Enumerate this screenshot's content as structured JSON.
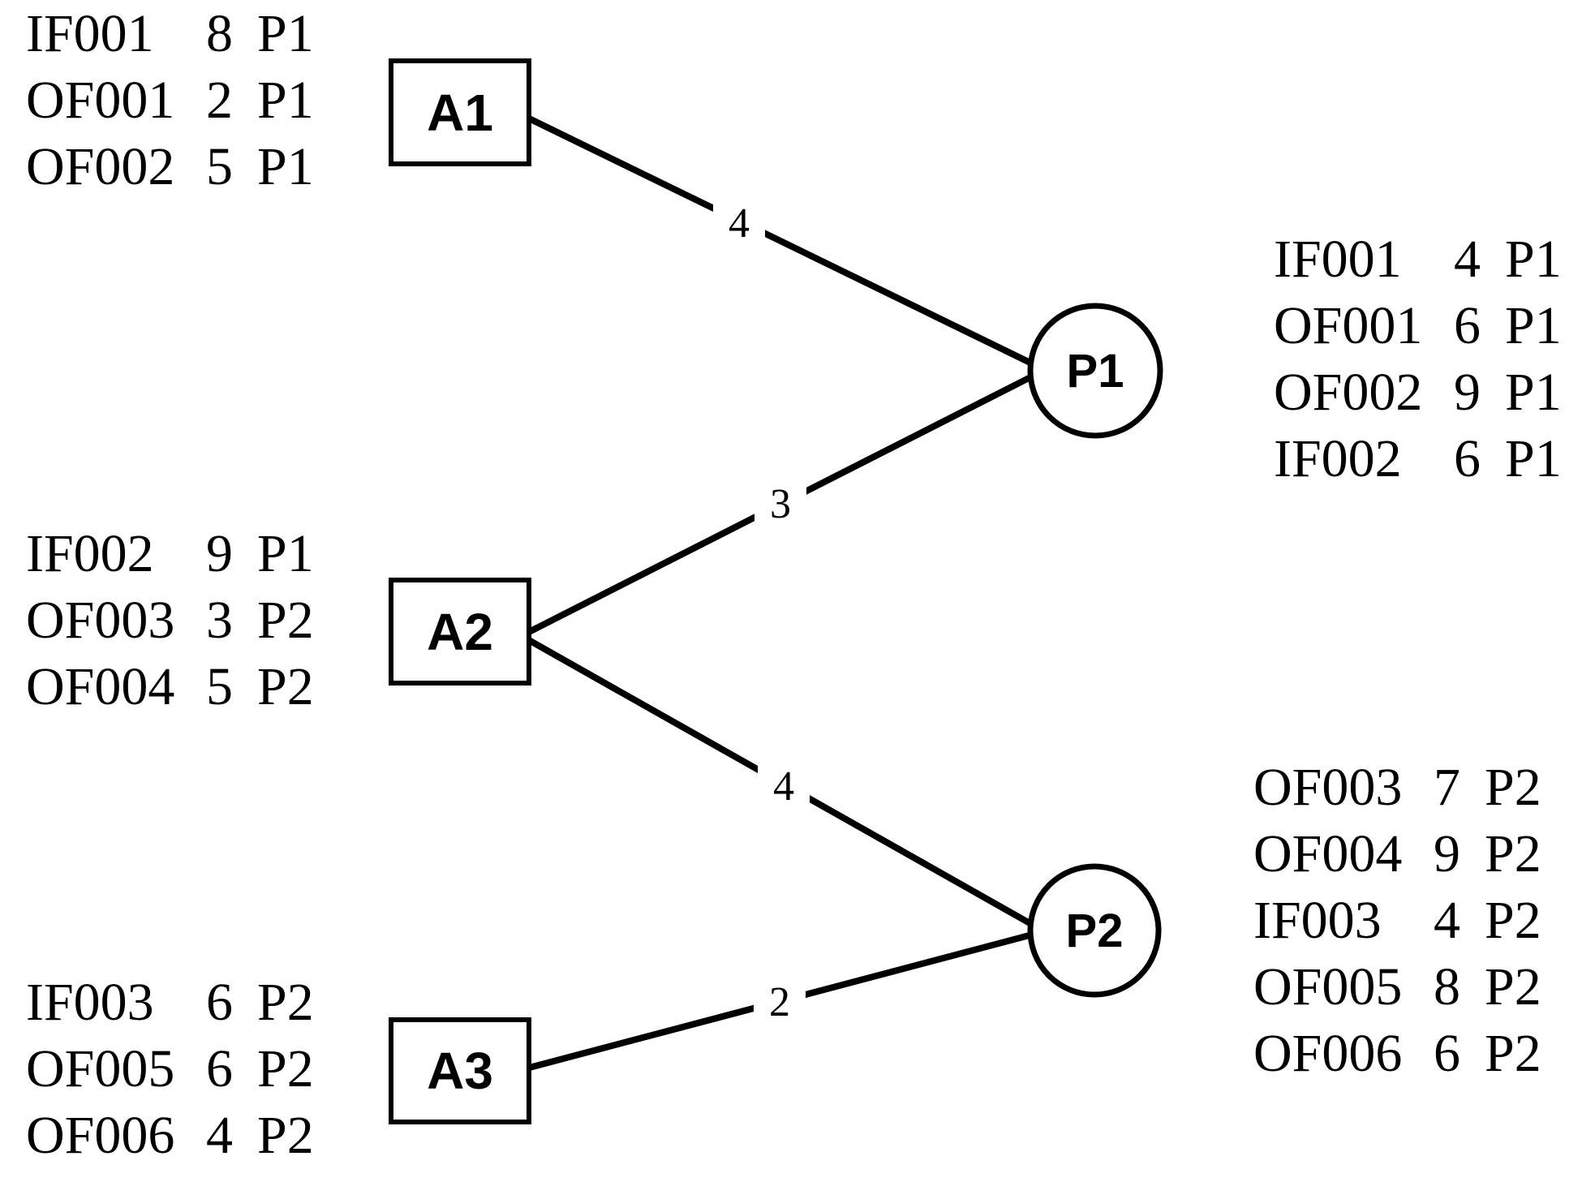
{
  "diagram": {
    "colors": {
      "ink": "#000000",
      "background": "#ffffff"
    },
    "agents": [
      {
        "label": "A1",
        "list": [
          {
            "name": "IF001",
            "qty": "8",
            "proc": "P1"
          },
          {
            "name": "OF001",
            "qty": "2",
            "proc": "P1"
          },
          {
            "name": "OF002",
            "qty": "5",
            "proc": "P1"
          }
        ]
      },
      {
        "label": "A2",
        "list": [
          {
            "name": "IF002",
            "qty": "9",
            "proc": "P1"
          },
          {
            "name": "OF003",
            "qty": "3",
            "proc": "P2"
          },
          {
            "name": "OF004",
            "qty": "5",
            "proc": "P2"
          }
        ]
      },
      {
        "label": "A3",
        "list": [
          {
            "name": "IF003",
            "qty": "6",
            "proc": "P2"
          },
          {
            "name": "OF005",
            "qty": "6",
            "proc": "P2"
          },
          {
            "name": "OF006",
            "qty": "4",
            "proc": "P2"
          }
        ]
      }
    ],
    "places": [
      {
        "label": "P1",
        "list": [
          {
            "name": "IF001",
            "qty": "4",
            "proc": "P1"
          },
          {
            "name": "OF001",
            "qty": "6",
            "proc": "P1"
          },
          {
            "name": "OF002",
            "qty": "9",
            "proc": "P1"
          },
          {
            "name": "IF002",
            "qty": "6",
            "proc": "P1"
          }
        ]
      },
      {
        "label": "P2",
        "list": [
          {
            "name": "OF003",
            "qty": "7",
            "proc": "P2"
          },
          {
            "name": "OF004",
            "qty": "9",
            "proc": "P2"
          },
          {
            "name": "IF003",
            "qty": "4",
            "proc": "P2"
          },
          {
            "name": "OF005",
            "qty": "8",
            "proc": "P2"
          },
          {
            "name": "OF006",
            "qty": "6",
            "proc": "P2"
          }
        ]
      }
    ],
    "edges": [
      {
        "from": "A1",
        "to": "P1",
        "weight": "4"
      },
      {
        "from": "A2",
        "to": "P1",
        "weight": "3"
      },
      {
        "from": "A2",
        "to": "P2",
        "weight": "4"
      },
      {
        "from": "A3",
        "to": "P2",
        "weight": "2"
      }
    ]
  }
}
